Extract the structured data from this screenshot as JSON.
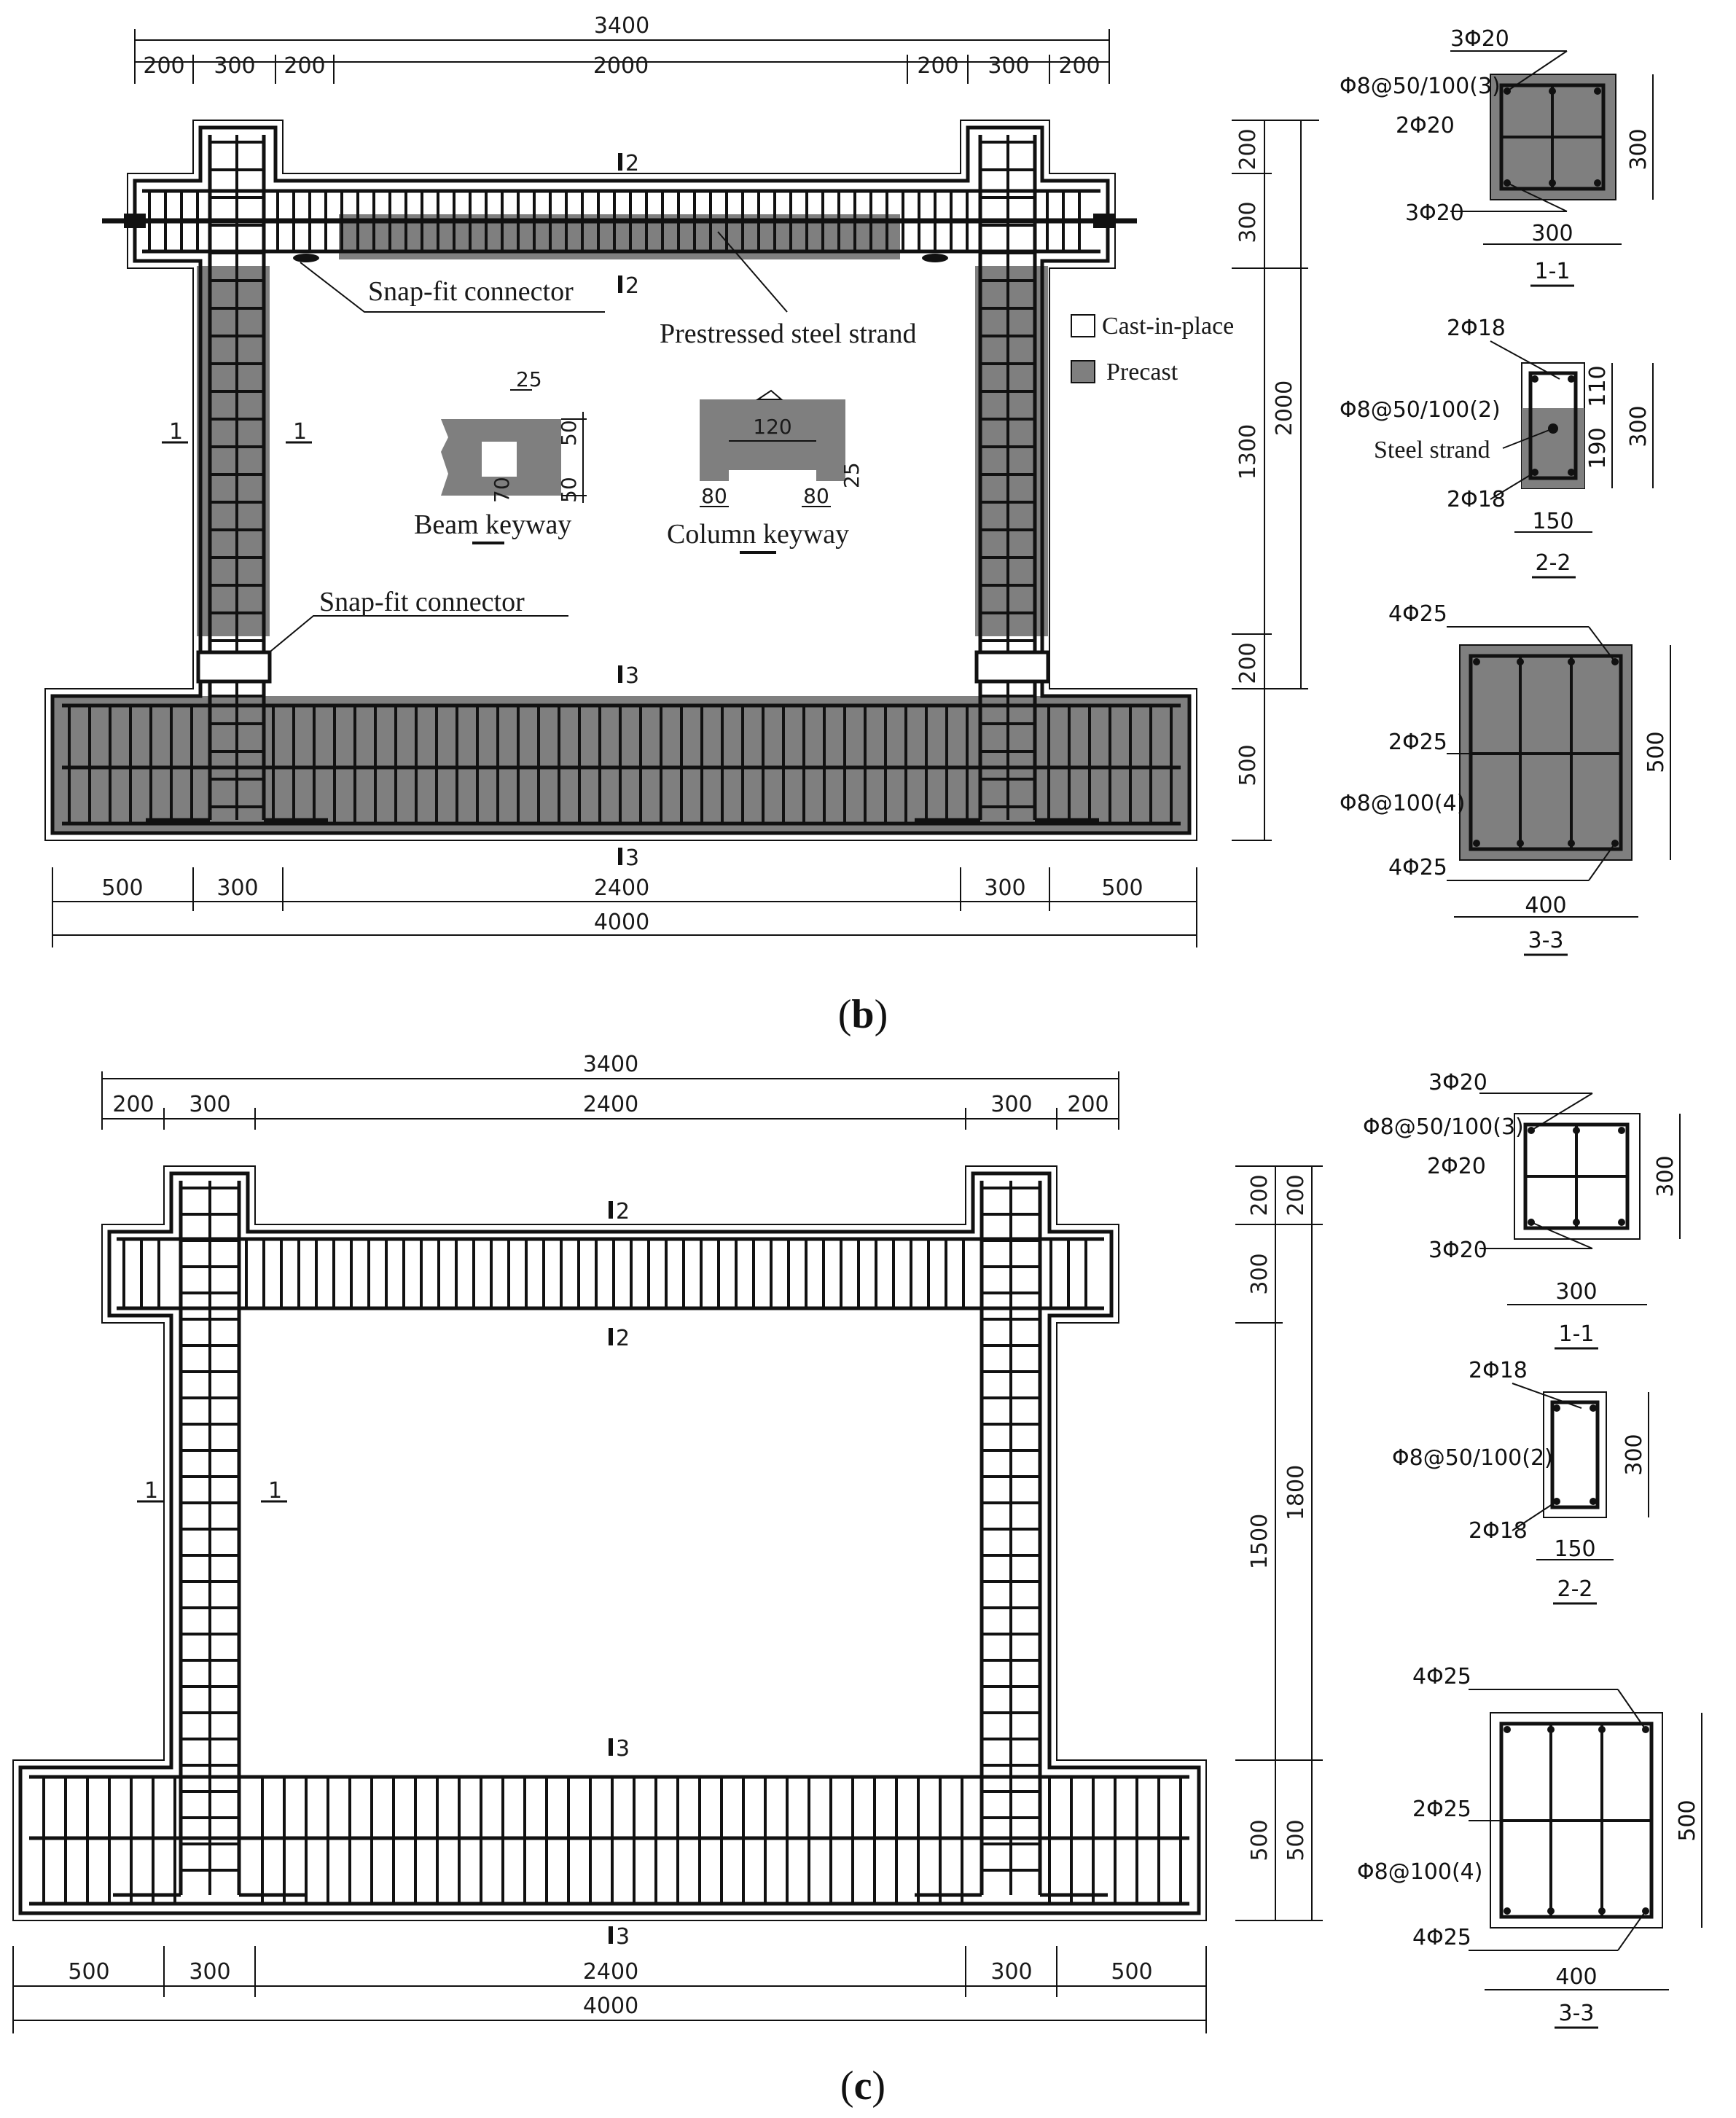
{
  "panel_b": {
    "caption_open": "(",
    "caption_letter": "b",
    "caption_close": ")",
    "top_total": "3400",
    "top_dims": [
      "200",
      "300",
      "200",
      "2000",
      "200",
      "300",
      "200"
    ],
    "bottom_dims": [
      "500",
      "300",
      "2400",
      "300",
      "500"
    ],
    "bottom_total": "4000",
    "right_dims": [
      "200",
      "300",
      "1300",
      "200",
      "500"
    ],
    "right_total": "2000",
    "section_marks": [
      "2",
      "2",
      "3",
      "3",
      "1",
      "1"
    ],
    "labels": {
      "snap_fit_top": "Snap-fit connector",
      "snap_fit_bottom": "Snap-fit connector",
      "prestressed": "Prestressed steel strand",
      "beam_keyway": "Beam keyway",
      "column_keyway": "Column keyway"
    },
    "legend": {
      "cast": "Cast-in-place",
      "precast": "Precast"
    },
    "beam_keyway_dims": [
      "25",
      "50",
      "70",
      "50"
    ],
    "column_keyway_dims": [
      "120",
      "80",
      "80",
      "25"
    ],
    "sections": {
      "s11": {
        "top": "3Φ20",
        "stirrup": "Φ8@50/100(3)",
        "mid": "2Φ20",
        "bottom": "3Φ20",
        "width": "300",
        "height": "300",
        "title": "1-1"
      },
      "s22": {
        "top": "2Φ18",
        "stirrup": "Φ8@50/100(2)",
        "strand": "Steel strand",
        "bottom": "2Φ18",
        "width": "150",
        "h1": "110",
        "h2": "190",
        "height": "300",
        "title": "2-2"
      },
      "s33": {
        "top": "4Φ25",
        "mid": "2Φ25",
        "stirrup": "Φ8@100(4)",
        "bottom": "4Φ25",
        "width": "400",
        "height": "500",
        "title": "3-3"
      }
    }
  },
  "panel_c": {
    "caption_open": "(",
    "caption_letter": "c",
    "caption_close": ")",
    "top_total": "3400",
    "top_dims": [
      "200",
      "300",
      "2400",
      "300",
      "200"
    ],
    "bottom_dims": [
      "500",
      "300",
      "2400",
      "300",
      "500"
    ],
    "bottom_total": "4000",
    "right_dims_outer": [
      "200",
      "300",
      "1500",
      "500"
    ],
    "right_dims_inner": [
      "200",
      "1800",
      "500"
    ],
    "section_marks": [
      "2",
      "2",
      "3",
      "3",
      "1",
      "1"
    ],
    "sections": {
      "s11": {
        "top": "3Φ20",
        "stirrup": "Φ8@50/100(3)",
        "mid": "2Φ20",
        "bottom": "3Φ20",
        "width": "300",
        "height": "300",
        "title": "1-1"
      },
      "s22": {
        "top": "2Φ18",
        "stirrup": "Φ8@50/100(2)",
        "bottom": "2Φ18",
        "width": "150",
        "height": "300",
        "title": "2-2"
      },
      "s33": {
        "top": "4Φ25",
        "mid": "2Φ25",
        "stirrup": "Φ8@100(4)",
        "bottom": "4Φ25",
        "width": "400",
        "height": "500",
        "title": "3-3"
      }
    }
  },
  "colors": {
    "precast": "#7f7f7f",
    "line": "#111111"
  }
}
